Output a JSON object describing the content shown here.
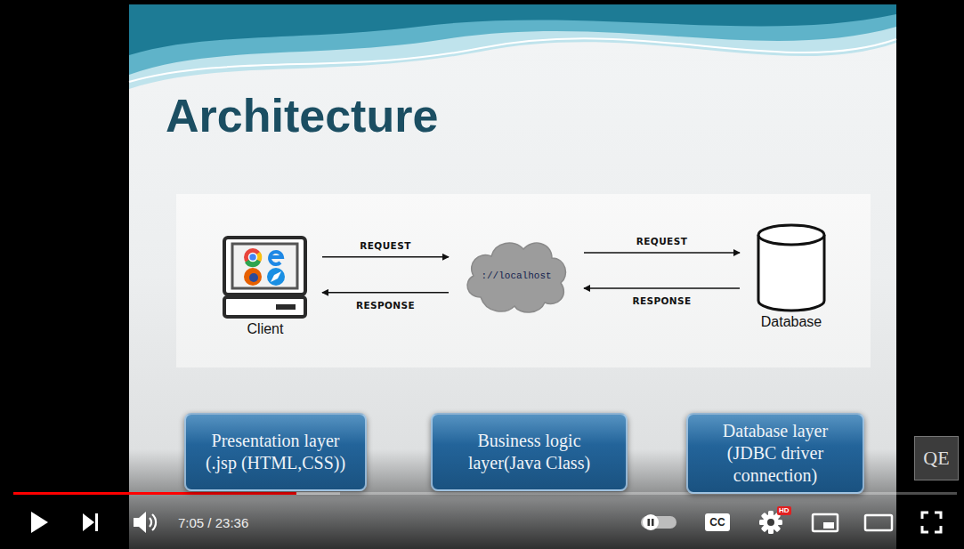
{
  "diagram": {
    "title": "Architecture",
    "nodes": [
      {
        "text": [
          "Client"
        ]
      },
      {
        "text": [
          "://localhost"
        ]
      },
      {
        "text": [
          "Database"
        ]
      },
      {
        "text": [
          "Presentation layer (.jsp (HTML,CSS))"
        ]
      },
      {
        "text": [
          "Business logic layer(Java Class)"
        ]
      },
      {
        "text": [
          "Database layer (JDBC driver connection)"
        ]
      }
    ],
    "edges": [
      {
        "from": 0,
        "to": 1,
        "arrow": "to",
        "label": "REQUEST"
      },
      {
        "from": 1,
        "to": 0,
        "arrow": "to",
        "label": "RESPONSE"
      },
      {
        "from": 1,
        "to": 2,
        "arrow": "to",
        "label": "REQUEST"
      },
      {
        "from": 2,
        "to": 1,
        "arrow": "to",
        "label": "RESPONSE"
      }
    ],
    "labels": [
      "QE",
      "7:05 / 23:36",
      "CC",
      "HD"
    ]
  }
}
